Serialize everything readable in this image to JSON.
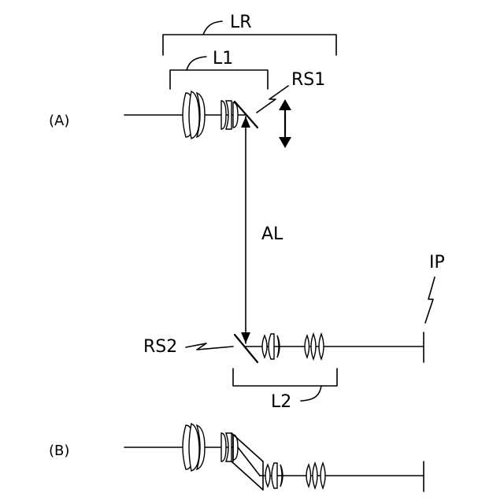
{
  "labels": {
    "lr": "LR",
    "l1": "L1",
    "rs1": "RS1",
    "al": "AL",
    "ip": "IP",
    "rs2": "RS2",
    "l2": "L2",
    "panel_a": "(A)",
    "panel_b": "(B)"
  }
}
